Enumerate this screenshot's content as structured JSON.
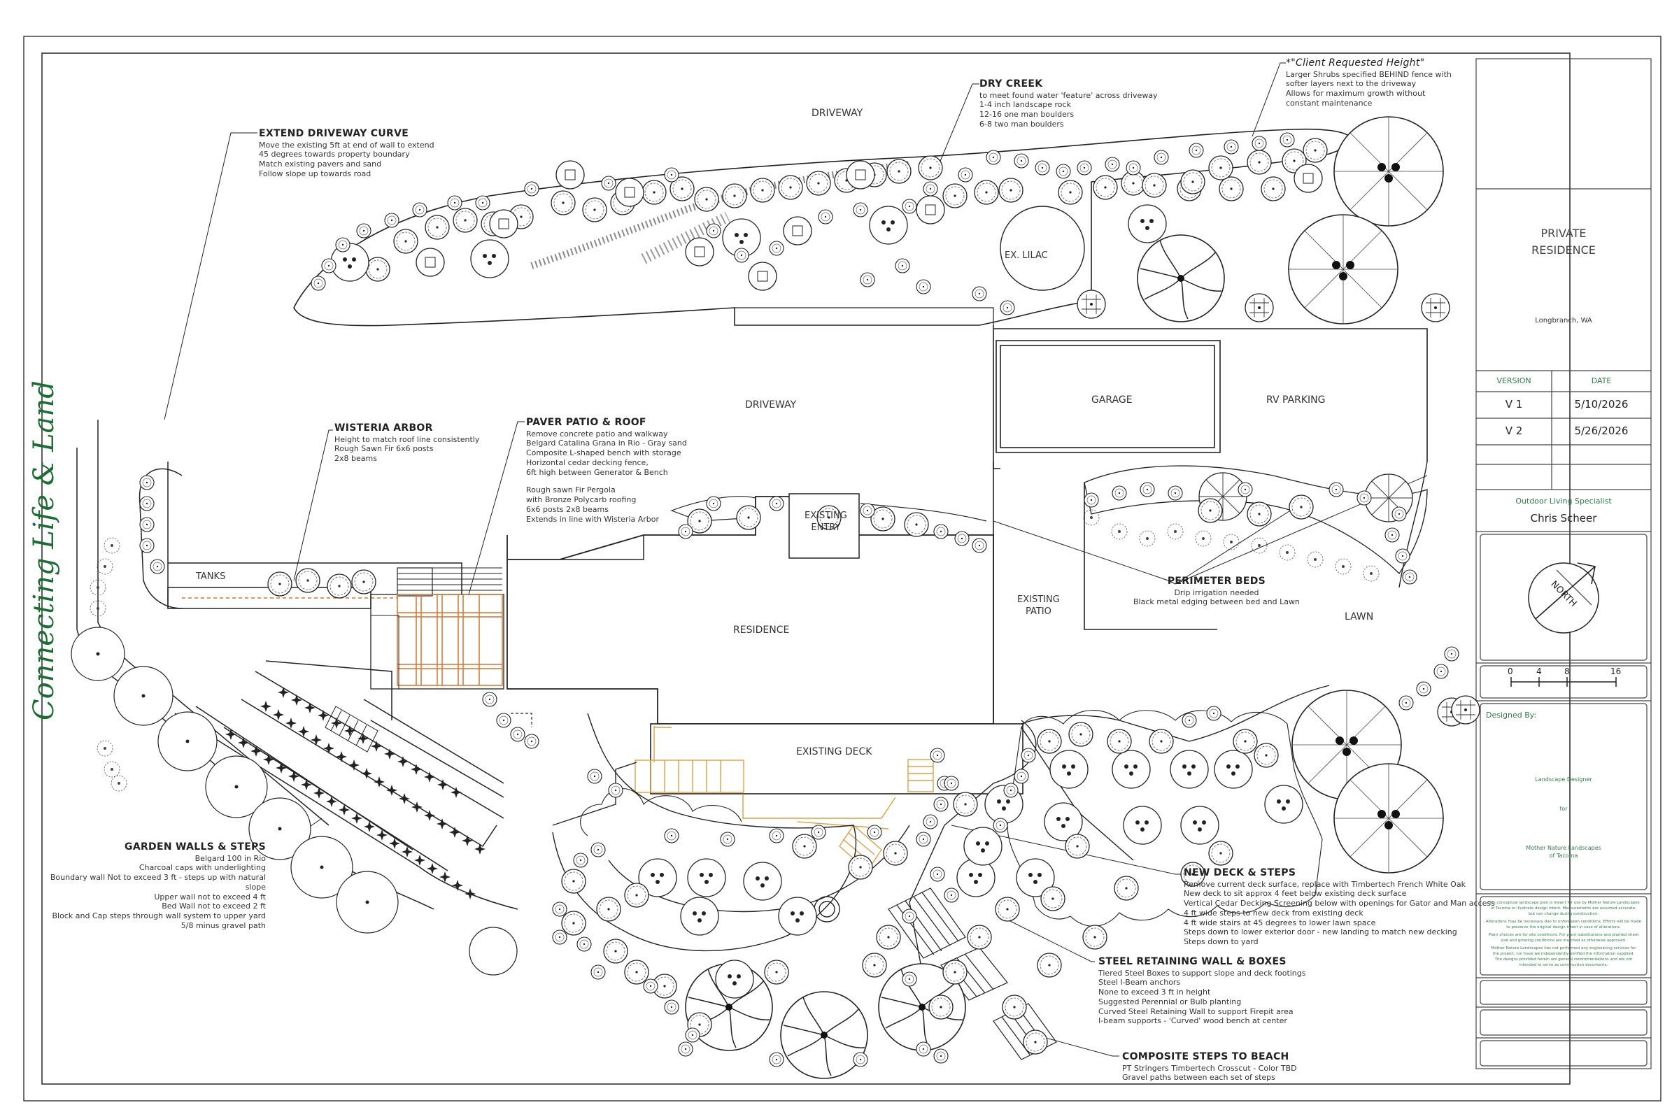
{
  "brand": "Connecting Life & Land",
  "title_block": {
    "project": [
      "PRIVATE",
      "RESIDENCE"
    ],
    "location": "Longbranch, WA",
    "version_header": "VERSION",
    "date_header": "DATE",
    "versions": [
      {
        "version": "V 1",
        "date": "5/10/2026"
      },
      {
        "version": "V 2",
        "date": "5/26/2026"
      }
    ],
    "role": "Outdoor Living Specialist",
    "specialist": "Chris Scheer",
    "north_label": "NORTH",
    "scale_labels": [
      "0",
      "4",
      "8",
      "16"
    ],
    "designed_by_label": "Designed By:",
    "designer_role": "Landscape Designer",
    "for_label": "for",
    "company": [
      "Mother Nature Landscapes",
      "of Tacoma"
    ],
    "disclaimer": [
      "This conceptual landscape plan is meant for use by Mother Nature Landscapes",
      "of Tacoma to illustrate design intent. Measurements are assumed accurate,",
      "but can change during construction.",
      "Alterations may be necessary due to unforeseen conditions. Efforts will be made",
      "to preserve the original design intent in case of alterations.",
      "Plant choices are for site conditions. For plant substitutions and planted sheet",
      "size and growing conditions are matched as otherwise approved.",
      "Mother Nature Landscapes has not performed any engineering services for",
      "the project, nor have we independently verified the information supplied.",
      "The designs provided herein are general recommendations and are not",
      "intended to serve as construction documents."
    ]
  },
  "areas": {
    "driveway_top": "DRIVEWAY",
    "driveway_mid": "DRIVEWAY",
    "garage": "GARAGE",
    "rv_parking": "RV PARKING",
    "ex_lilac": "EX. LILAC",
    "existing_entry": [
      "EXISTING",
      "ENTRY"
    ],
    "residence": "RESIDENCE",
    "existing_patio": [
      "EXISTING",
      "PATIO"
    ],
    "lawn": "LAWN",
    "existing_deck": "EXISTING DECK",
    "tanks": "TANKS"
  },
  "notes": {
    "extend_driveway": {
      "title": "EXTEND DRIVEWAY CURVE",
      "lines": [
        "Move the existing 5ft at end of wall to extend",
        "45 degrees towards property boundary",
        "Match existing pavers and sand",
        "Follow slope up towards road"
      ]
    },
    "dry_creek": {
      "title": "DRY CREEK",
      "lines": [
        "to meet found water 'feature' across driveway",
        "1-4 inch landscape rock",
        "12-16 one man boulders",
        "6-8 two man boulders"
      ]
    },
    "client_height": {
      "title": "*\"Client Requested Height\"",
      "lines": [
        "Larger Shrubs specified BEHIND fence with",
        "softer layers next to the driveway",
        "Allows for maximum growth without",
        "constant maintenance"
      ]
    },
    "wisteria": {
      "title": "WISTERIA ARBOR",
      "lines": [
        "Height to match roof line consistently",
        "Rough Sawn Fir 6x6 posts",
        "2x8 beams"
      ]
    },
    "paver_patio": {
      "title": "PAVER PATIO & ROOF",
      "lines": [
        "Remove concrete patio and walkway",
        "Belgard Catalina Grana in Rio - Gray sand",
        "Composite L-shaped bench with storage",
        "Horizontal cedar decking fence,",
        "6ft high between Generator & Bench",
        "",
        "Rough sawn Fir Pergola",
        "with Bronze Polycarb roofing",
        "6x6 posts 2x8 beams",
        "Extends in line with Wisteria Arbor"
      ]
    },
    "perimeter": {
      "title": "PERIMETER BEDS",
      "lines": [
        "Drip irrigation needed",
        "Black metal edging between bed and Lawn"
      ]
    },
    "garden_walls": {
      "title": "GARDEN WALLS & STEPS",
      "lines": [
        "Belgard 100 in Rio",
        "Charcoal caps with underlighting",
        "Boundary wall Not to exceed 3 ft - steps up with natural slope",
        "Upper wall not to exceed 4 ft",
        "Bed Wall not to exceed 2 ft",
        "Block and Cap steps through wall system to upper yard",
        "5/8 minus gravel path"
      ]
    },
    "new_deck": {
      "title": "NEW DECK & STEPS",
      "lines": [
        "Remove current deck surface, replace with Timbertech French White Oak",
        "New deck to sit approx 4 feet below existing deck surface",
        "Vertical Cedar Decking Screening below with openings for Gator and Man access",
        "4 ft wide steps to new deck from existing deck",
        "4 ft wide stairs at 45 degrees to lower lawn space",
        "Steps down to lower exterior door - new landing to match new decking",
        "Steps down to yard"
      ]
    },
    "steel_wall": {
      "title": "STEEL RETAINING WALL & BOXES",
      "lines": [
        "Tiered Steel Boxes to support slope and deck footings",
        "Steel I-Beam anchors",
        "None to exceed 3 ft in height",
        "Suggested Perennial or Bulb planting",
        "Curved Steel Retaining Wall to support Firepit area",
        "I-beam supports - 'Curved' wood bench at center"
      ]
    },
    "composite_steps": {
      "title": "COMPOSITE STEPS TO BEACH",
      "lines": [
        "PT Stringers Timbertech Crosscut - Color TBD",
        "Gravel paths between each set of steps"
      ]
    }
  },
  "colors": {
    "line": "#222222",
    "brand_green": "#1a6e32",
    "title_green": "#2e7d46",
    "pergola_orange": "#d9732a",
    "deck_orange": "#e0a040"
  }
}
